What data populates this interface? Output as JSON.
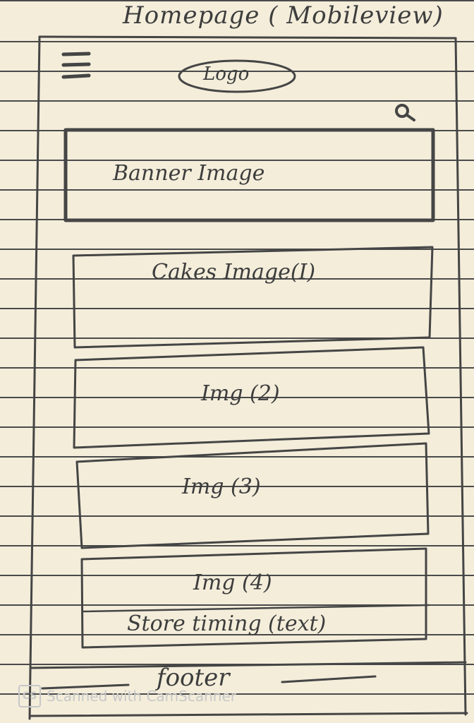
{
  "title": "Homepage ( Mobileview)",
  "header": {
    "logo": "Logo"
  },
  "banner": {
    "label": "Banner Image"
  },
  "cards": [
    {
      "label": "Cakes Image(I)"
    },
    {
      "label": "Img (2)"
    },
    {
      "label": "Img (3)"
    },
    {
      "label": "Img (4)",
      "caption": "Store timing (text)"
    }
  ],
  "footer": {
    "label": "footer"
  },
  "watermark": {
    "logo_text": "CS",
    "text": "Scanned with CamScanner"
  }
}
